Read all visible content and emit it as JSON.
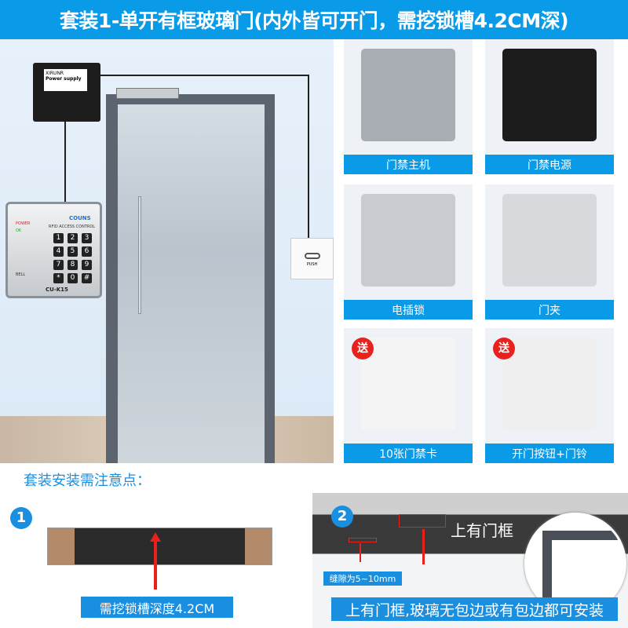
{
  "header": {
    "title": "套装1-单开有框玻璃门(内外皆可开门，需挖锁槽4.2CM深)"
  },
  "scene": {
    "power_supply": {
      "label": "Power supply",
      "brand": "XIRUNR"
    },
    "keypad": {
      "brand": "COUNS",
      "power": "POWER",
      "ok": "OK",
      "subtitle": "RFID ACCESS CONTROL",
      "bell": "BELL",
      "model": "CU-K15",
      "keys": [
        "1",
        "2",
        "3",
        "4",
        "5",
        "6",
        "7",
        "8",
        "9",
        "*",
        "0",
        "#"
      ]
    },
    "exit_button": {
      "label": "PUSH"
    }
  },
  "products": [
    {
      "label": "门禁主机",
      "gift": ""
    },
    {
      "label": "门禁电源",
      "gift": ""
    },
    {
      "label": "电插锁",
      "gift": ""
    },
    {
      "label": "门夹",
      "gift": ""
    },
    {
      "label": "10张门禁卡",
      "gift": "送"
    },
    {
      "label": "开门按钮+门铃",
      "gift": "送"
    }
  ],
  "notes": {
    "title": "套装安装需注意点：",
    "step1": {
      "number": "1",
      "caption": "需挖锁槽深度4.2CM"
    },
    "step2": {
      "number": "2",
      "frame_label": "上有门框",
      "gap_label": "缝隙为5~10mm",
      "caption": "上有门框,玻璃无包边或有包边都可安装"
    }
  },
  "colors": {
    "accent": "#0a9be8",
    "gift": "#e8211d",
    "arrow": "#e8211d"
  }
}
